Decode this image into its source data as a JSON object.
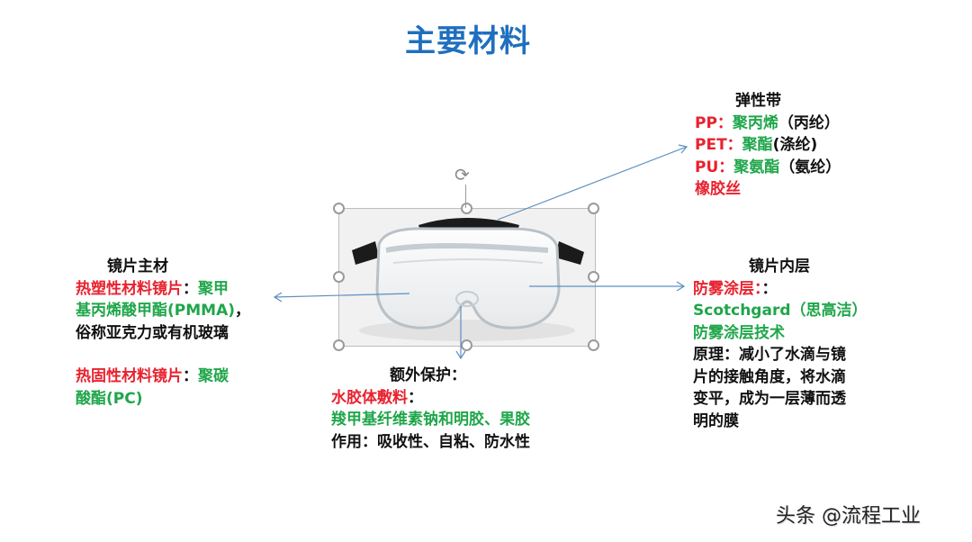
{
  "title": "主要材料",
  "strap": {
    "heading": "弹性带",
    "lines": [
      {
        "label": "PP：",
        "value": "聚丙烯",
        "note": "（丙纶）"
      },
      {
        "label": "PET：",
        "value": "聚酯",
        "note": "(涤纶)"
      },
      {
        "label": "PU：",
        "value": "聚氨酯",
        "note": "（氨纶）"
      }
    ],
    "extra": "橡胶丝"
  },
  "lens": {
    "heading": "镜片主材",
    "thermoplastic_label": "热塑性材料镜片",
    "thermoplastic_sep": "：",
    "thermoplastic_value_1": "聚甲",
    "thermoplastic_value_2": "基丙烯酸甲酯(PMMA)",
    "thermoplastic_comma": "，",
    "thermoplastic_note": "俗称亚克力或有机玻璃",
    "thermoset_label": "热固性材料镜片",
    "thermoset_sep": "：",
    "thermoset_value_1": "聚碳",
    "thermoset_value_2": "酸酯(PC)"
  },
  "inner": {
    "heading": "镜片内层",
    "coating_label": "防雾涂层：",
    "coating_sep": "：",
    "tech_line_1": "Scotchgard（思高洁）",
    "tech_line_2": "防雾涂层技术",
    "principle_lines": [
      "原理：减小了水滴与镜",
      "片的接触角度，将水滴",
      "变平，成为一层薄而透",
      "明的膜"
    ]
  },
  "extra": {
    "heading": "额外保护：",
    "material_label": "水胶体敷料",
    "material_sep": "：",
    "material_value": "羧甲基纤维素钠和明胶、果胶",
    "effect": "作用：吸收性、自粘、防水性"
  },
  "image": {
    "subject": "safety-goggles",
    "rotate_icon": "rotate-icon"
  },
  "watermark": "头条 @流程工业",
  "colors": {
    "title": "#1f6fbf",
    "label_red": "#e8222e",
    "value_green": "#1fa64a",
    "arrow": "#5b8fbf"
  }
}
